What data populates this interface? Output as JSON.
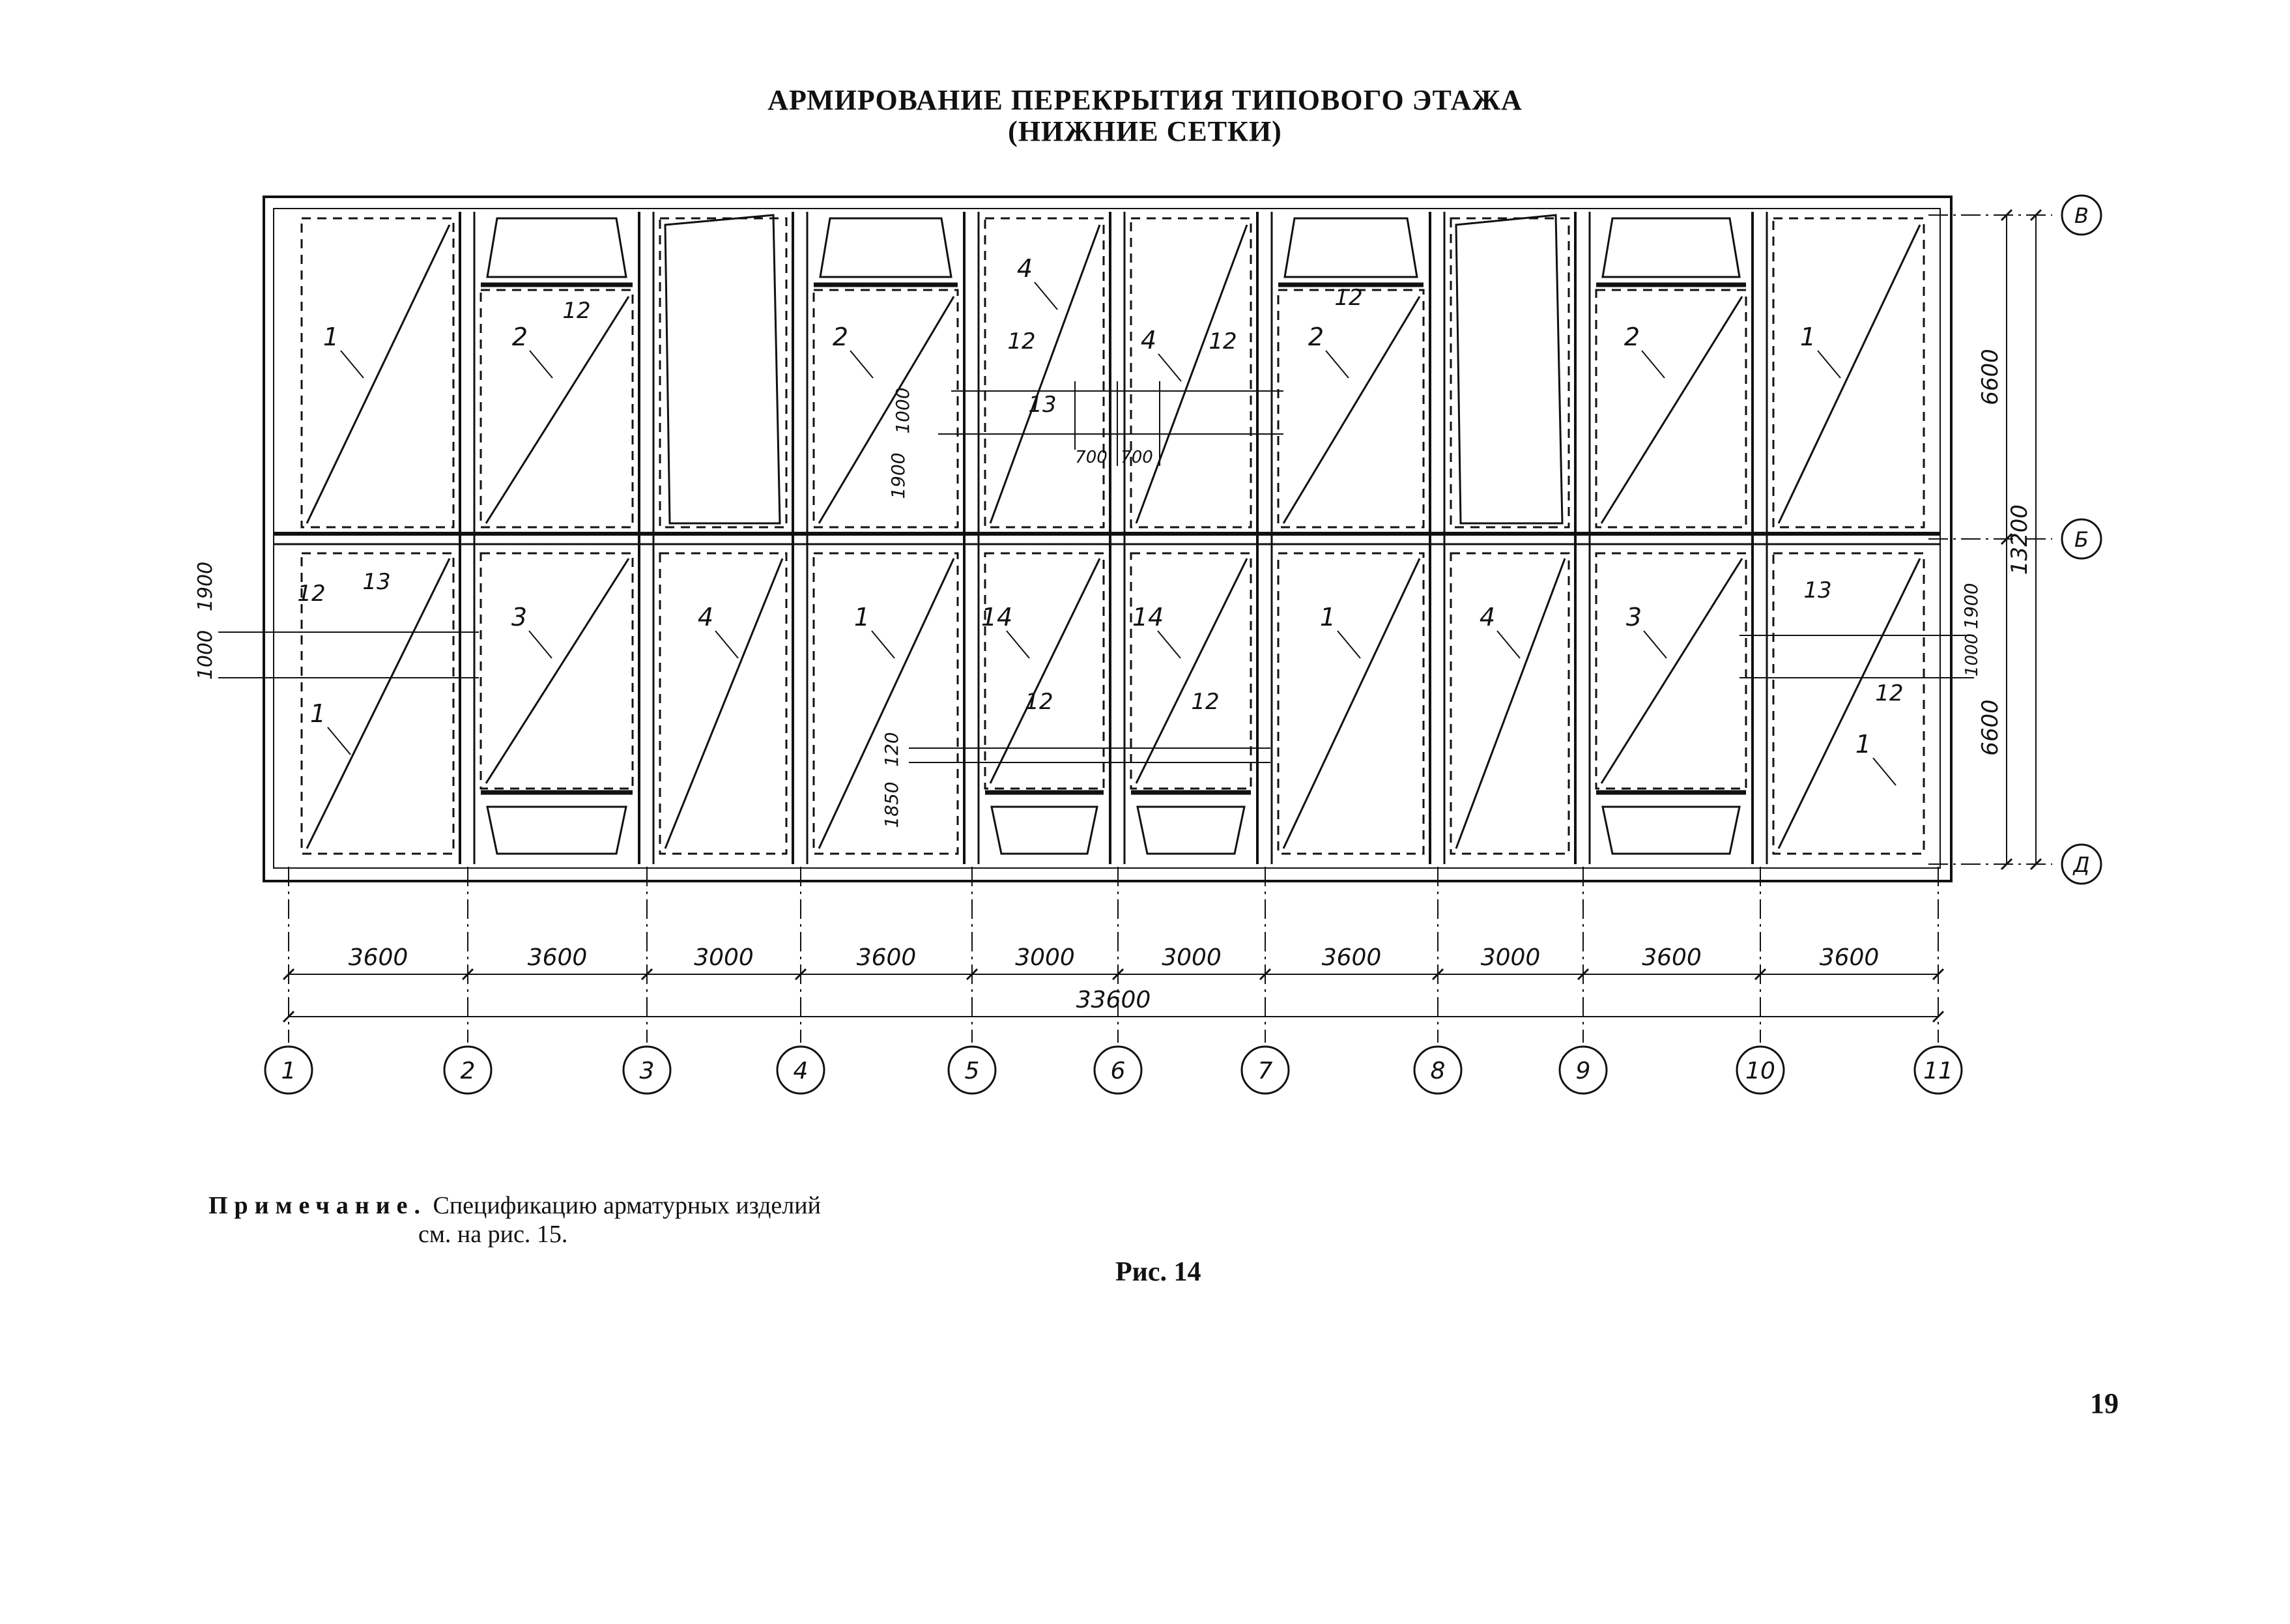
{
  "title": {
    "line1": "АРМИРОВАНИЕ ПЕРЕКРЫТИЯ ТИПОВОГО ЭТАЖА",
    "line2": "(НИЖНИЕ СЕТКИ)"
  },
  "axes": {
    "columns": [
      "1",
      "2",
      "3",
      "4",
      "5",
      "6",
      "7",
      "8",
      "9",
      "10",
      "11"
    ],
    "rows": [
      "В",
      "Б",
      "Д"
    ]
  },
  "dimensions": {
    "spans": [
      "3600",
      "3600",
      "3000",
      "3600",
      "3000",
      "3000",
      "3600",
      "3000",
      "3600",
      "3600"
    ],
    "total": "33600",
    "row_spans": [
      "6600",
      "6600"
    ],
    "row_total": "13200",
    "local": [
      "1900",
      "1000",
      "1000",
      "1900",
      "1900",
      "1000",
      "120",
      "1850",
      "700",
      "700"
    ]
  },
  "mesh_marks": {
    "top_row": [
      "1",
      "2",
      "2",
      "4",
      "4",
      "2",
      "2",
      "1"
    ],
    "bottom_row": [
      "1",
      "3",
      "4",
      "1",
      "14",
      "14",
      "1",
      "4",
      "3",
      "1"
    ],
    "misc": [
      "12",
      "12",
      "12",
      "12",
      "12",
      "12",
      "12",
      "12",
      "13",
      "13",
      "13"
    ]
  },
  "note": {
    "label": "Примечание.",
    "text1": "Спецификацию арматурных изделий",
    "text2": "см. на рис. 15."
  },
  "figure_caption": "Рис. 14",
  "page_number": "19"
}
